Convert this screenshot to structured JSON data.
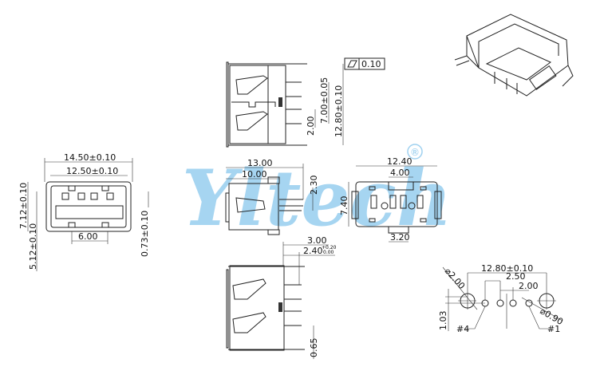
{
  "watermark": {
    "text": "Yltech",
    "registered_mark": "®",
    "color": "#5fb3e6"
  },
  "front_view": {
    "width_outer": "14.50±0.10",
    "width_inner": "12.50±0.10",
    "height": "7.12±0.10",
    "height_lower": "5.12±0.10",
    "offset": "0.73±0.10",
    "pin_span": "6.00"
  },
  "top_view": {
    "flatness_value": "0.10",
    "overall_width": "12.80±0.10",
    "pin_spacing": "7.00±0.05",
    "pin_pitch": "2.00"
  },
  "side_view": {
    "length_total": "13.00",
    "length_body": "10.00",
    "pin_height": "2.30"
  },
  "rear_view": {
    "width": "12.40",
    "tab_width": "4.00",
    "height": "7.40",
    "bottom_tab": "3.20"
  },
  "bottom_view": {
    "dim_a": "3.00",
    "dim_b": "2.40",
    "dim_b_tol_upper": "+0.20",
    "dim_b_tol_lower": "0.00",
    "dim_c": "0.65"
  },
  "pcb_footprint": {
    "peg_spacing": "12.80±0.10",
    "pitch_a": "2.50",
    "pitch_b": "2.00",
    "peg_diameter": "⌀2.00",
    "pin_diameter": "⌀0.90",
    "offset": "1.03",
    "pin4_label": "#4",
    "pin1_label": "#1"
  }
}
